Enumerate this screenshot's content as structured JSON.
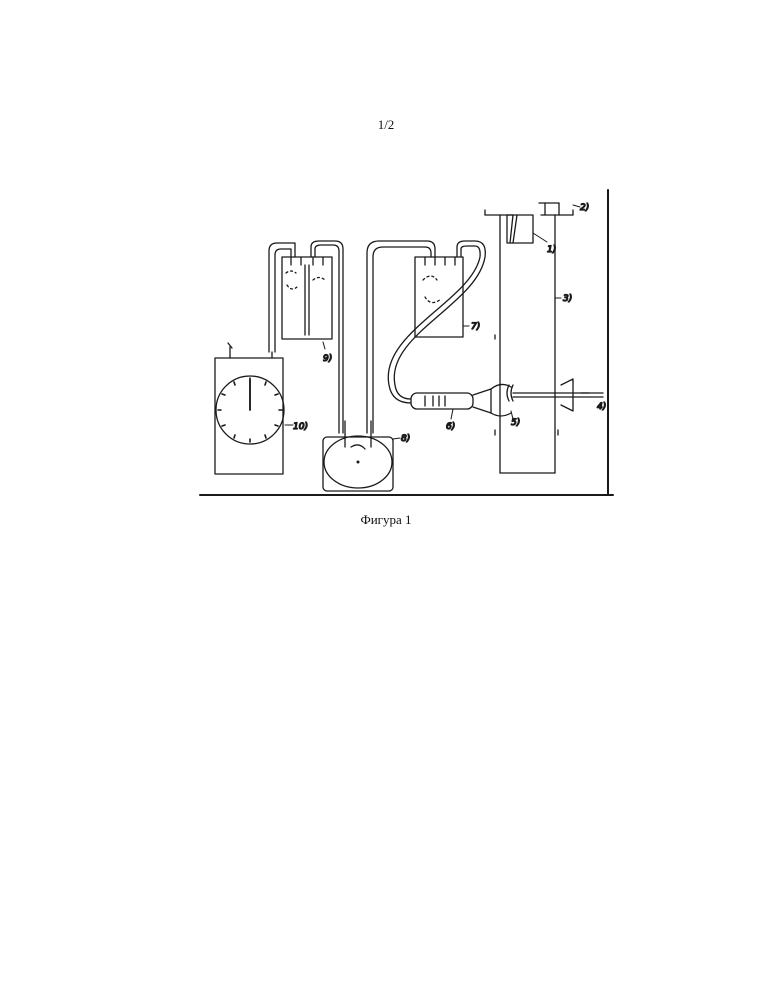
{
  "page": {
    "number": "1/2"
  },
  "figure": {
    "caption": "Фигура 1",
    "labels": {
      "l1": "1)",
      "l2": "2)",
      "l3": "3)",
      "l4": "4)",
      "l5": "5)",
      "l6": "6)",
      "l7": "7)",
      "l8": "8)",
      "l9": "9)",
      "l10": "10)"
    }
  }
}
